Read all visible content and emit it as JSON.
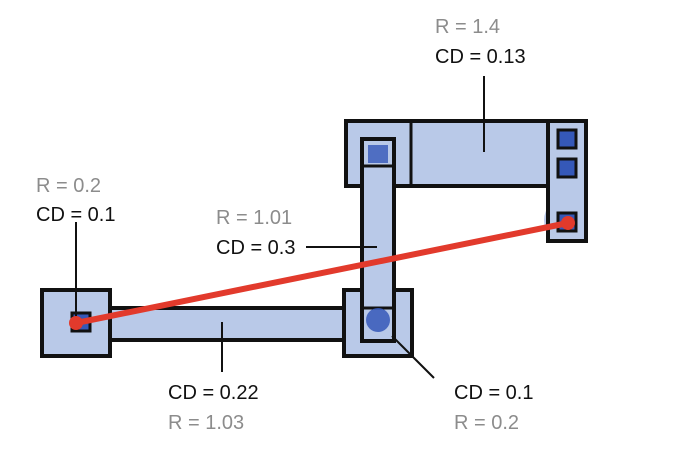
{
  "colors": {
    "fill": "#b9c9e8",
    "stroke": "#111111",
    "via": "#3558b8",
    "blob": "#7f9ad6",
    "path": "#e23a2c",
    "resistance_text": "#8c8c8c",
    "cd_text": "#111111"
  },
  "labels": {
    "top_right": {
      "r": "R = 1.4",
      "cd": "CD = 0.13"
    },
    "left_contact": {
      "r": "R = 0.2",
      "cd": "CD = 0.1"
    },
    "vertical_via": {
      "r": "R = 1.01",
      "cd": "CD = 0.3"
    },
    "bottom_wire": {
      "cd": "CD = 0.22",
      "r": "R = 1.03"
    },
    "bottom_right": {
      "cd": "CD = 0.1",
      "r": "R = 0.2"
    }
  }
}
